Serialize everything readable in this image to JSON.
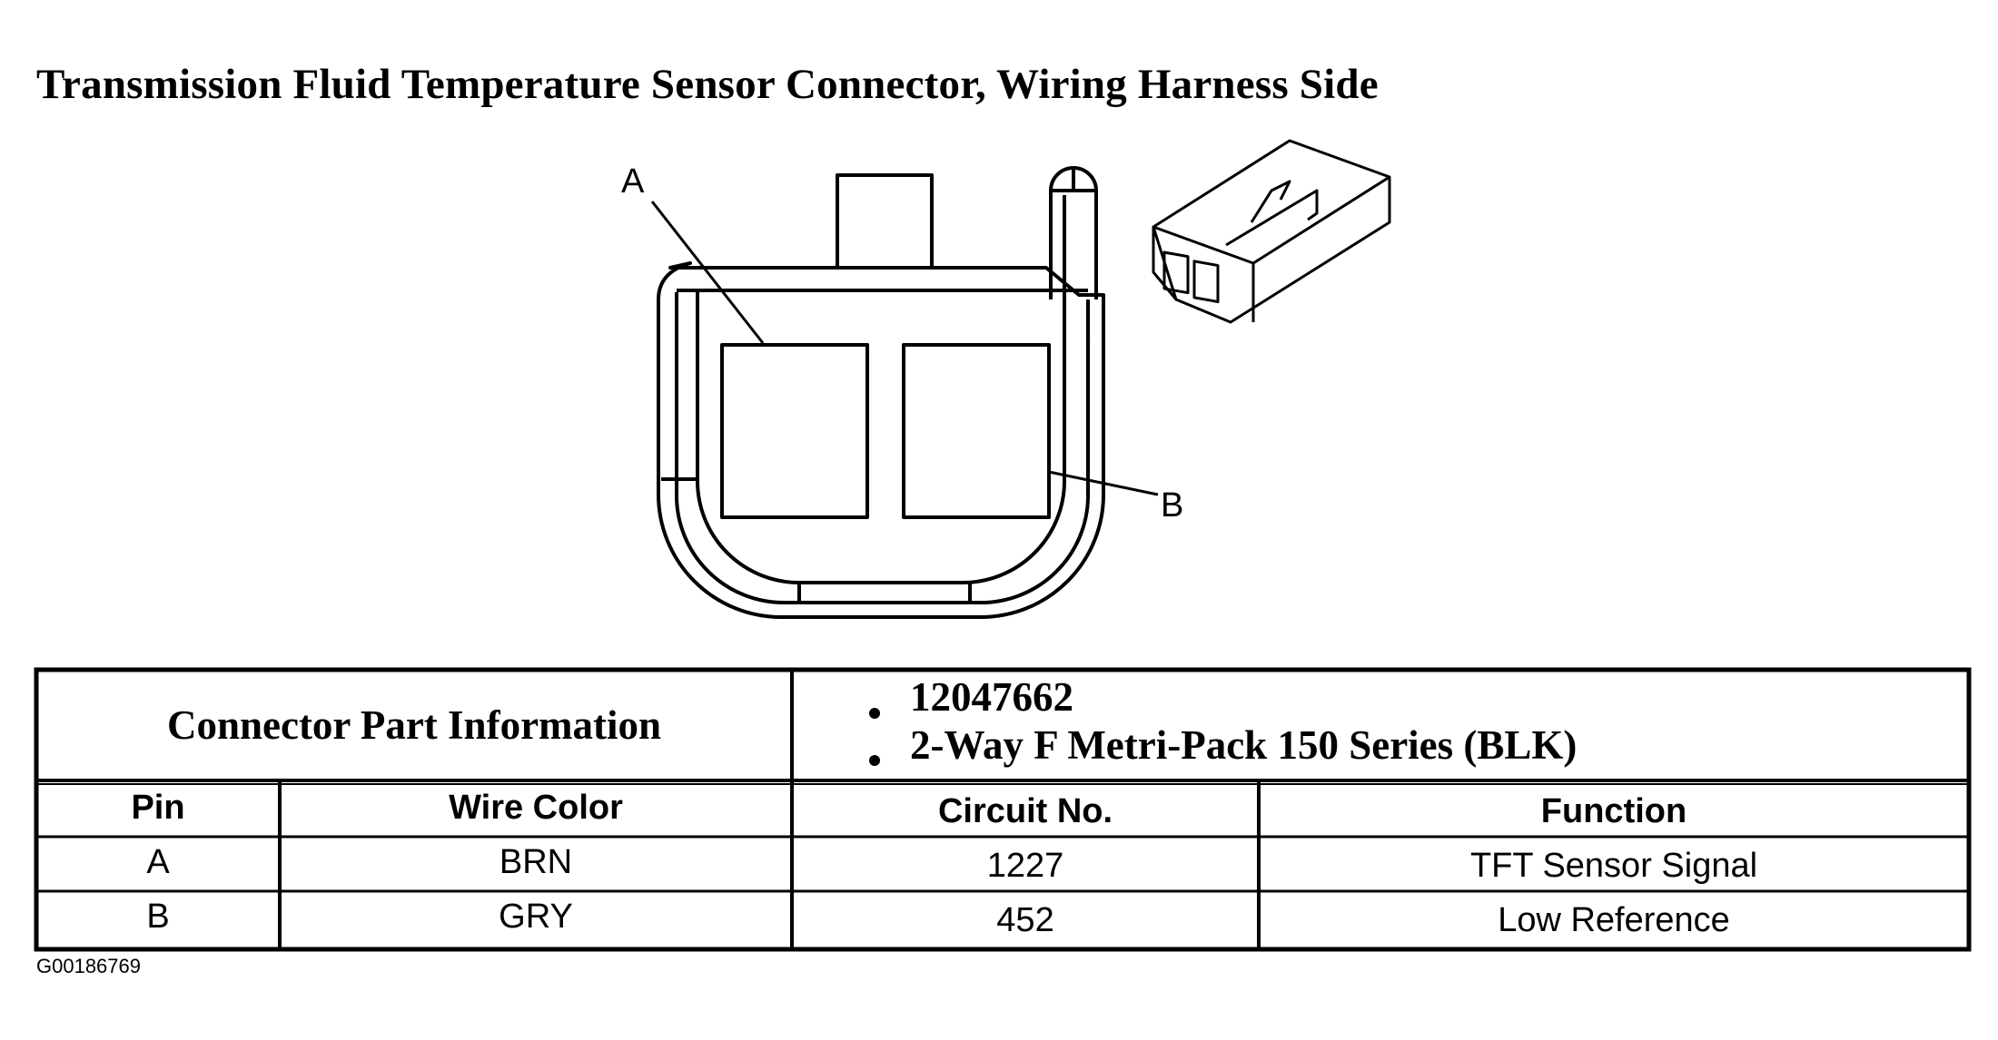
{
  "title": "Transmission Fluid Temperature Sensor Connector, Wiring Harness Side",
  "diagram": {
    "pin_labels": [
      "A",
      "B"
    ]
  },
  "table": {
    "part_info_label": "Connector Part Information",
    "part_info_items": [
      "12047662",
      "2-Way F Metri-Pack 150 Series (BLK)"
    ],
    "headers": [
      "Pin",
      "Wire Color",
      "Circuit No.",
      "Function"
    ],
    "rows": [
      {
        "pin": "A",
        "wire_color": "BRN",
        "circuit": "1227",
        "function": "TFT Sensor Signal"
      },
      {
        "pin": "B",
        "wire_color": "GRY",
        "circuit": "452",
        "function": "Low Reference"
      }
    ]
  },
  "figure_id": "G00186769"
}
